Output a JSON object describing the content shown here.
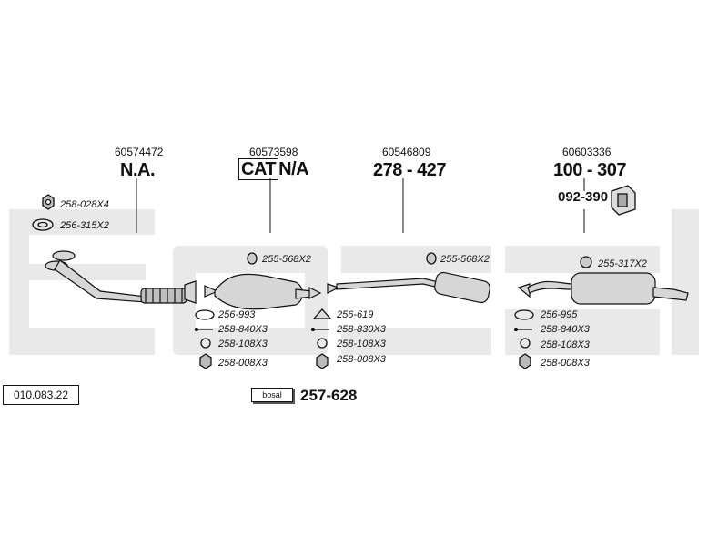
{
  "document_id": "010.083.22",
  "columns": [
    {
      "oe_number": "60574472",
      "part_number": "N.A."
    },
    {
      "oe_number": "60573598",
      "cat_label": "CAT",
      "part_number": "N/A"
    },
    {
      "oe_number": "60546809",
      "part_number": "278 - 427"
    },
    {
      "oe_number": "60603336",
      "part_number": "100 - 307"
    }
  ],
  "mount_label": "092-390",
  "brand_logo_text": "bosal",
  "kit_number": "257-628",
  "parts": {
    "c1_a": "258-028X4",
    "c1_b": "256-315X2",
    "c2_gasket": "255-568X2",
    "c2_a": "256-993",
    "c2_b": "258-840X3",
    "c2_c": "258-108X3",
    "c2_d": "258-008X3",
    "c3_gasket": "255-568X2",
    "c3_a": "256-619",
    "c3_b": "258-830X3",
    "c3_c": "258-108X3",
    "c3_d": "258-008X3",
    "c4_gasket": "255-317X2",
    "c4_a": "256-995",
    "c4_b": "258-840X3",
    "c4_c": "258-108X3",
    "c4_d": "258-008X3"
  },
  "colors": {
    "watermark": "#e9e9e9",
    "ink": "#111111",
    "metal": "#cfcfcf"
  }
}
